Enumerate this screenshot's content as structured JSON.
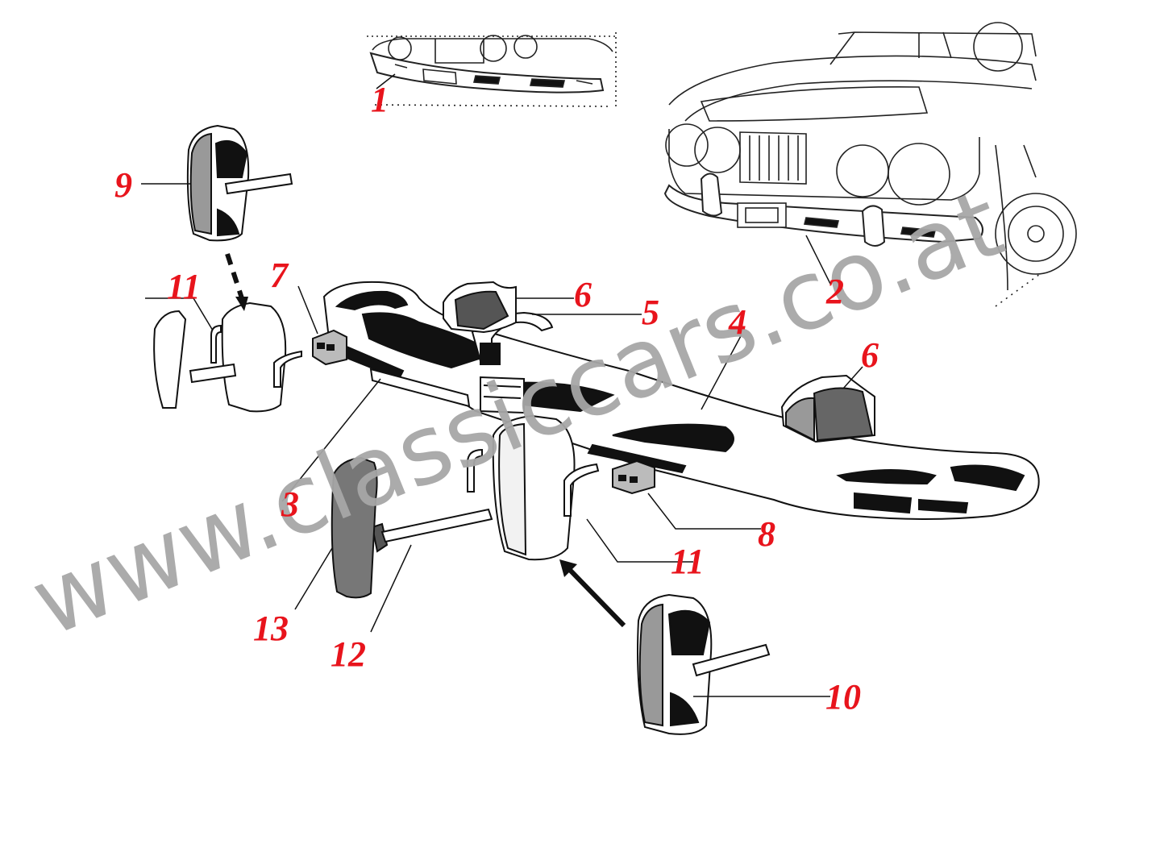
{
  "diagram": {
    "callout_color": "#e8141c",
    "line_color": "#111111",
    "watermark_color": "#a6a6a6",
    "watermark": "www.classiccars.co.at",
    "callouts": [
      "1",
      "2",
      "3",
      "4",
      "5",
      "6",
      "6",
      "7",
      "8",
      "9",
      "10",
      "11",
      "11",
      "12",
      "13"
    ],
    "parts": [
      {
        "id": "1",
        "name": "front-bumper-assembly-variant-1"
      },
      {
        "id": "2",
        "name": "front-bumper-assembly-variant-2"
      },
      {
        "id": "3",
        "name": "bumper-left-section"
      },
      {
        "id": "4",
        "name": "bumper-main-bar"
      },
      {
        "id": "5",
        "name": "bumper-center-bracket"
      },
      {
        "id": "6",
        "name": "rubber-buffer-block"
      },
      {
        "id": "7",
        "name": "small-rubber-pad-left"
      },
      {
        "id": "8",
        "name": "small-rubber-pad-right"
      },
      {
        "id": "9",
        "name": "overrider-left"
      },
      {
        "id": "10",
        "name": "overrider-right"
      },
      {
        "id": "11",
        "name": "overrider-bracket"
      },
      {
        "id": "12",
        "name": "mounting-bolt"
      },
      {
        "id": "13",
        "name": "overrider-rubber-strip"
      }
    ]
  }
}
